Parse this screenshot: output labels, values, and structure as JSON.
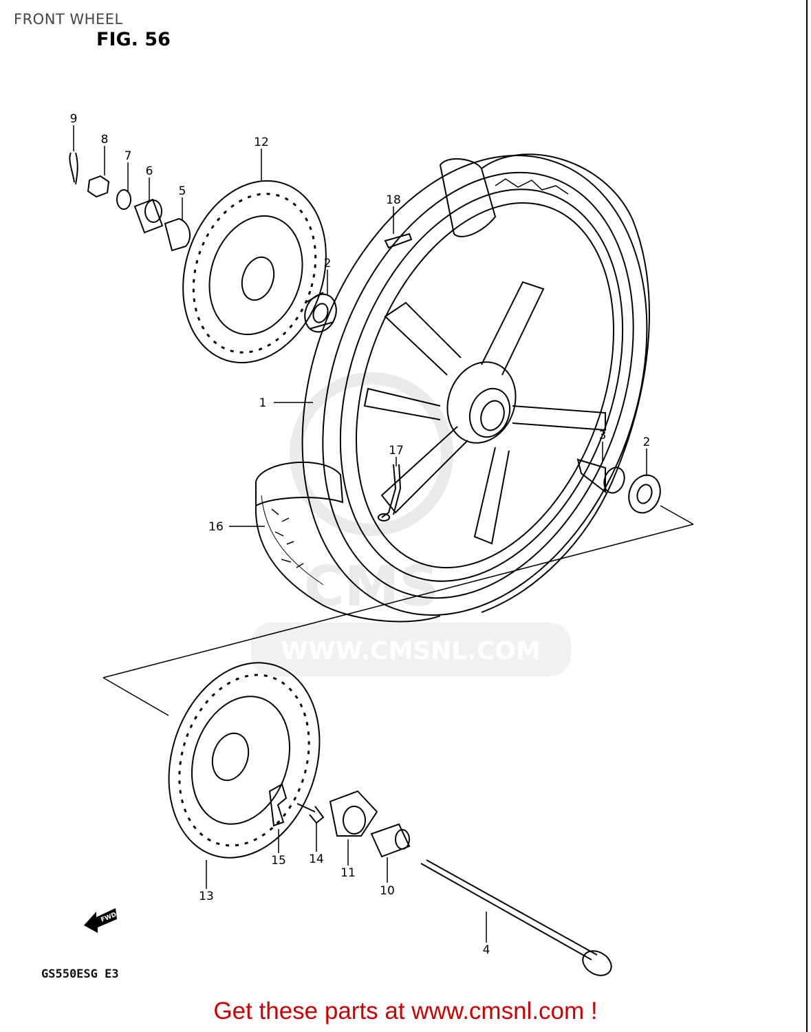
{
  "header": {
    "title": "FRONT WHEEL",
    "figure": "FIG. 56"
  },
  "watermark": {
    "brand": "CMS",
    "url": "WWW.CMSNL.COM"
  },
  "callouts": {
    "c1": "1",
    "c2a": "2",
    "c2b": "2",
    "c3": "3",
    "c4": "4",
    "c5": "5",
    "c6": "6",
    "c7": "7",
    "c8": "8",
    "c9": "9",
    "c10": "10",
    "c11": "11",
    "c12": "12",
    "c13": "13",
    "c14": "14",
    "c15": "15",
    "c16": "16",
    "c17": "17",
    "c18": "18"
  },
  "direction_tag": "FWD",
  "model_code": "GS550ESG E3",
  "footer": {
    "link_text": "Get these parts at www.cmsnl.com !"
  },
  "colors": {
    "line": "#000000",
    "footer": "#cc0000",
    "watermark": "#d9d9d9"
  }
}
